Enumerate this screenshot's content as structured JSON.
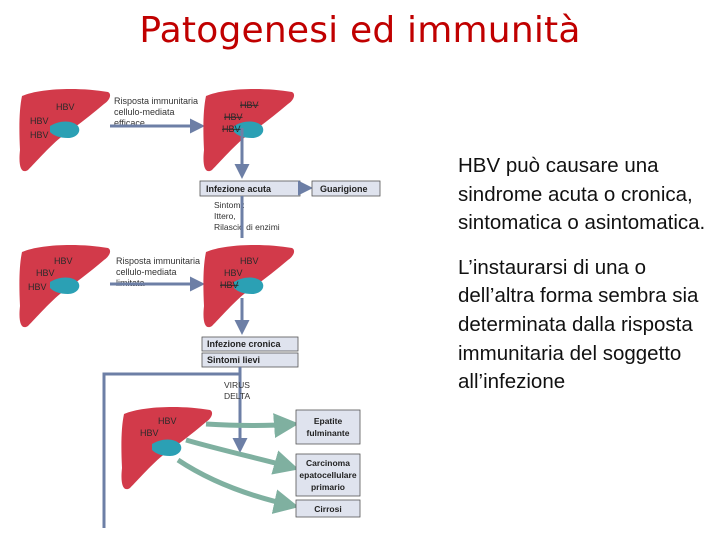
{
  "title": "Patogenesi ed immunità",
  "paragraphs": [
    "HBV può causare una sindrome acuta o cronica, sintomatica o asintomatica.",
    "L’instaurarsi di una o dell’altra forma sembra sia determinata dalla risposta immunitaria del soggetto all’infezione"
  ],
  "diagram": {
    "hbv": "HBV",
    "stage1": {
      "response": [
        "Risposta immunitaria",
        "cellulo-mediata",
        "efficace"
      ],
      "box_main": "Infezione acuta",
      "box_outcome": "Guarigione",
      "symptoms": [
        "Sintomi:",
        "Ittero,",
        "Rilascio di enzimi"
      ]
    },
    "stage2": {
      "response": [
        "Risposta immunitaria",
        "cellulo-mediata",
        "limitata"
      ],
      "box_main": "Infezione cronica",
      "box_sub": "Sintomi lievi"
    },
    "stage3": {
      "virus": [
        "VIRUS",
        "DELTA"
      ],
      "box_epatite": [
        "Epatite",
        "fulminante"
      ],
      "box_carcinoma": [
        "Carcinoma",
        "epatocellulare",
        "primario"
      ],
      "box_cirrosi": "Cirrosi"
    }
  },
  "colors": {
    "title": "#c00000",
    "liver": "#d23a4a",
    "gallbladder": "#2ba0b4",
    "arrow": "#6d7fa6",
    "arrow_green": "#7fb0a0",
    "box_fill": "#dfe3ee"
  }
}
